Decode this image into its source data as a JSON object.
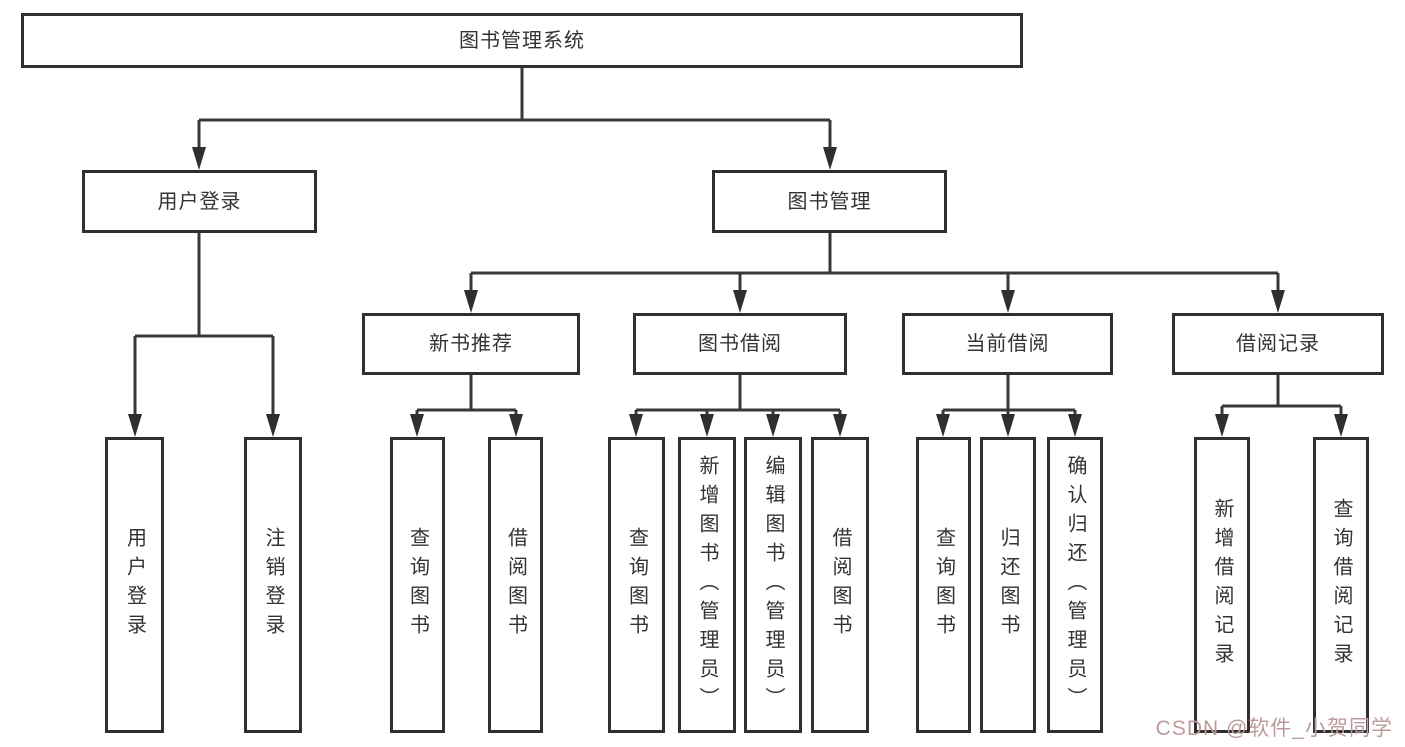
{
  "diagram": {
    "type": "tree",
    "title": "图书管理系统",
    "colors": {
      "line": "#383838",
      "box_border": "#2f2f2f",
      "text": "#333333",
      "watermark": "#bd9a9c",
      "background": "#ffffff"
    },
    "nodes": {
      "root": "图书管理系统",
      "user_login": "用户登录",
      "book_management": "图书管理",
      "login": "用户登录",
      "logout": "注销登录",
      "new_book_recommend": "新书推荐",
      "book_borrowing": "图书借阅",
      "current_borrowing": "当前借阅",
      "borrowing_records": "借阅记录",
      "nb_query_books": "查询图书",
      "nb_borrow_books": "借阅图书",
      "bb_query_books": "查询图书",
      "bb_add_books": "新增图书（管理员）",
      "bb_edit_books": "编辑图书（管理员）",
      "bb_borrow_books": "借阅图书",
      "cb_query_books": "查询图书",
      "cb_return_books": "归还图书",
      "cb_confirm_return": "确认归还（管理员）",
      "br_add_record": "新增借阅记录",
      "br_query_record": "查询借阅记录"
    },
    "hierarchy": {
      "图书管理系统": {
        "用户登录": [
          "用户登录",
          "注销登录"
        ],
        "图书管理": {
          "新书推荐": [
            "查询图书",
            "借阅图书"
          ],
          "图书借阅": [
            "查询图书",
            "新增图书（管理员）",
            "编辑图书（管理员）",
            "借阅图书"
          ],
          "当前借阅": [
            "查询图书",
            "归还图书",
            "确认归还（管理员）"
          ],
          "借阅记录": [
            "新增借阅记录",
            "查询借阅记录"
          ]
        }
      }
    },
    "watermark": "CSDN @软件_小贺同学"
  }
}
